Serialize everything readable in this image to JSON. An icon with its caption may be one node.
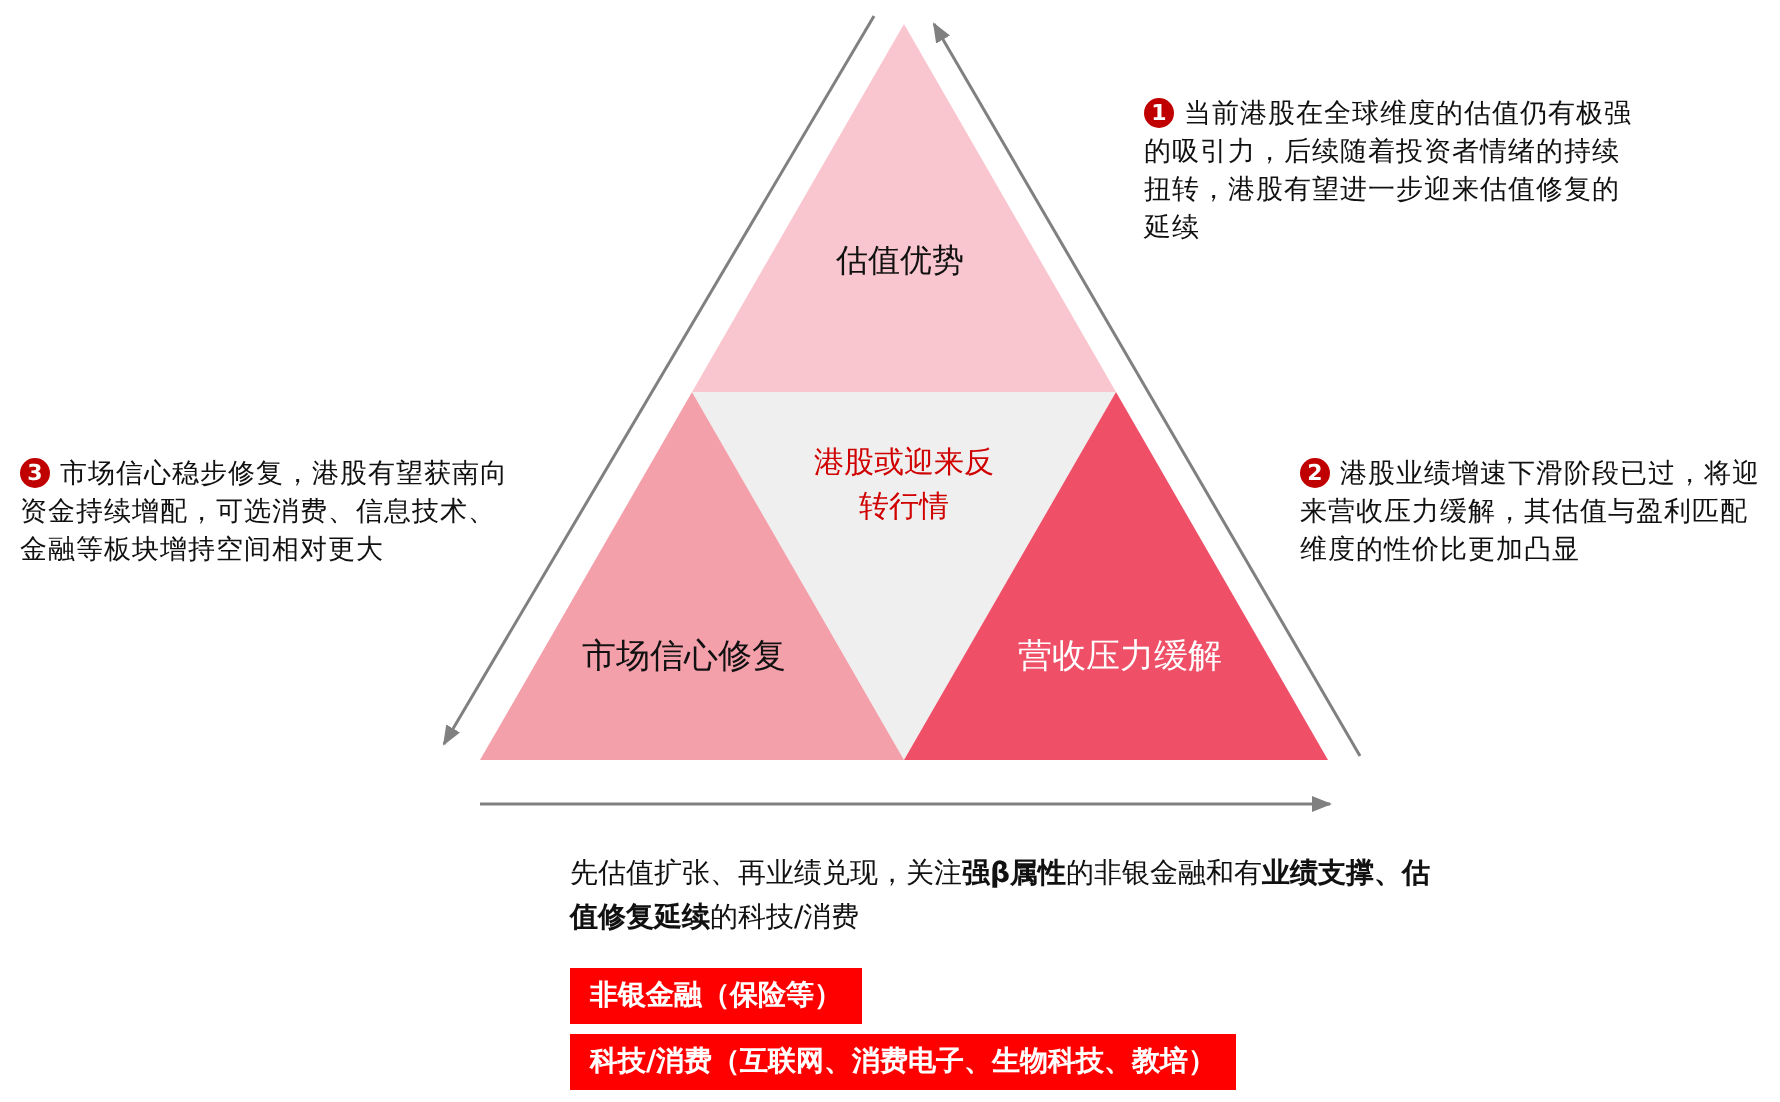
{
  "diagram": {
    "nodes": [
      {
        "text": [
          "估值优势"
        ]
      },
      {
        "text": [
          "港股或迎来反转行情"
        ]
      },
      {
        "text": [
          "市场信心修复"
        ]
      },
      {
        "text": [
          "营收压力缓解"
        ]
      },
      {
        "text": [
          "非银金融（保险等）"
        ]
      },
      {
        "text": [
          "科技/消费（互联网、消费电子、生物科技、教培）"
        ]
      }
    ],
    "labels": [
      "1",
      "当前港股在全球维度的估值仍有极强的吸引力，后续随着投资者情绪的持续扭转，港股有望进一步迎来估值修复的延续",
      "3",
      "市场信心稳步修复，港股有望获南向资金持续增配，可选消费、信息技术、金融等板块增持空间相对更大",
      "2",
      "港股业绩增速下滑阶段已过，将迎来营收压力缓解，其估值与盈利匹配维度的性价比更加凸显",
      "先估值扩张、再业绩兑现，关注**强β属性**的非银金融和有**业绩支撑、估值修复延续**的科技/消费"
    ]
  }
}
